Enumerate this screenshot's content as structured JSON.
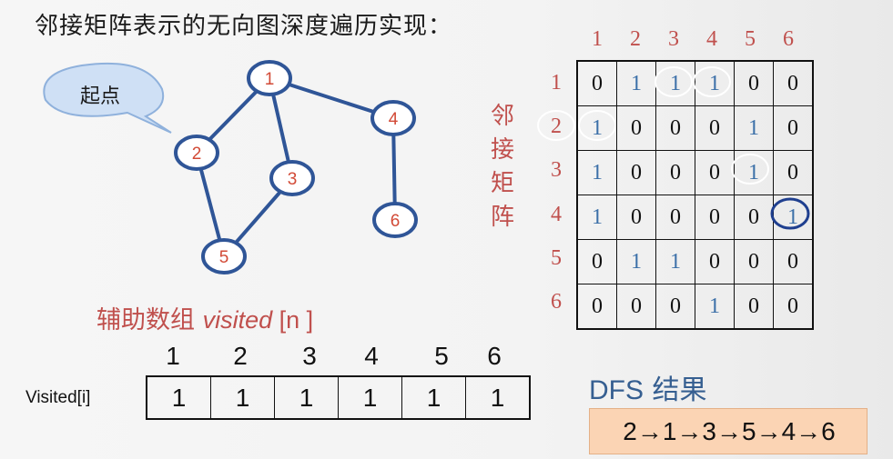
{
  "title": "邻接矩阵表示的无向图深度遍历实现：",
  "graph": {
    "callout": "起点",
    "nodes": [
      "1",
      "2",
      "3",
      "4",
      "5",
      "6"
    ],
    "edges": [
      [
        "1",
        "2"
      ],
      [
        "1",
        "3"
      ],
      [
        "1",
        "4"
      ],
      [
        "2",
        "5"
      ],
      [
        "3",
        "5"
      ],
      [
        "4",
        "6"
      ]
    ],
    "node_outline_color": "#2f5597",
    "node_label_color": "#d24a36"
  },
  "matrix": {
    "side_label": "邻接矩阵",
    "col_headers": [
      "1",
      "2",
      "3",
      "4",
      "5",
      "6"
    ],
    "row_headers": [
      "1",
      "2",
      "3",
      "4",
      "5",
      "6"
    ],
    "rows": [
      [
        "0",
        "1",
        "1",
        "1",
        "0",
        "0"
      ],
      [
        "1",
        "0",
        "0",
        "0",
        "1",
        "0"
      ],
      [
        "1",
        "0",
        "0",
        "0",
        "1",
        "0"
      ],
      [
        "1",
        "0",
        "0",
        "0",
        "0",
        "1"
      ],
      [
        "0",
        "1",
        "1",
        "0",
        "0",
        "0"
      ],
      [
        "0",
        "0",
        "0",
        "1",
        "0",
        "0"
      ]
    ],
    "one_color": "#3b6fa8",
    "header_color": "#c0504d"
  },
  "aux": {
    "title_cn": "辅助数组 ",
    "title_var": "visited",
    "title_bracket": " [n ]",
    "row_label": "Visited[i]",
    "headers": [
      "1",
      "2",
      "3",
      "4",
      "5",
      "6"
    ],
    "values": [
      "1",
      "1",
      "1",
      "1",
      "1",
      "1"
    ]
  },
  "dfs": {
    "title_latin": "DFS",
    "title_cn": " 结果",
    "result": "2→1→3→5→4→6",
    "box_color": "#fbd4b4"
  }
}
